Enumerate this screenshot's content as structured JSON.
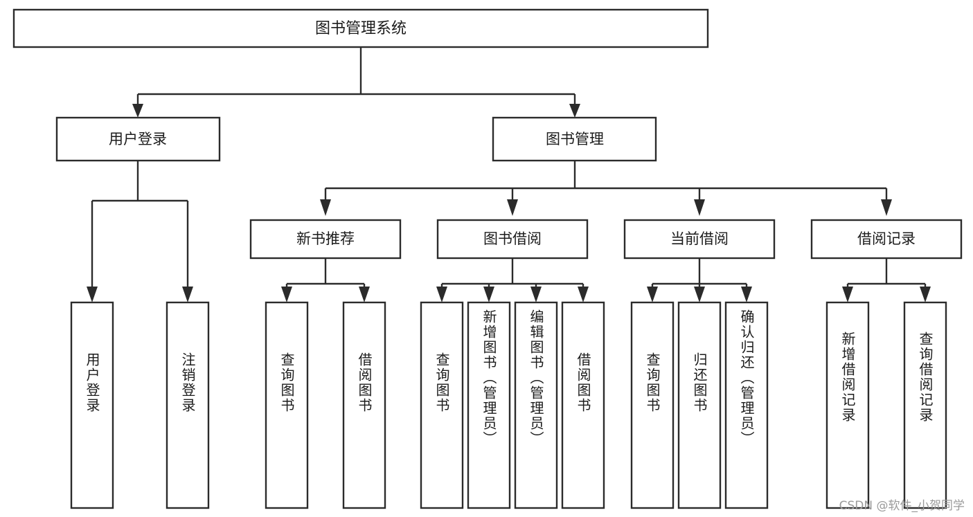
{
  "diagram": {
    "type": "tree-hierarchy-flowchart",
    "title": "图书管理系统",
    "watermark": "CSDN @软件_小贺同学",
    "colors": {
      "box_fill": "#ffffff",
      "box_stroke": "#2b2b2b",
      "text": "#1b1b1b",
      "background": "#ffffff",
      "watermark": "#9a9a9a"
    },
    "root": {
      "label": "图书管理系统"
    },
    "level1": [
      {
        "label": "用户登录"
      },
      {
        "label": "图书管理"
      }
    ],
    "level2": [
      {
        "label": "新书推荐"
      },
      {
        "label": "图书借阅"
      },
      {
        "label": "当前借阅"
      },
      {
        "label": "借阅记录"
      }
    ],
    "leaves": {
      "user_login": [
        {
          "label": "用户登录"
        },
        {
          "label": "注销登录"
        }
      ],
      "new_book_recommend": [
        {
          "label": "查询图书"
        },
        {
          "label": "借阅图书"
        }
      ],
      "book_borrow": [
        {
          "label": "查询图书"
        },
        {
          "label": "新增图书（管理员）"
        },
        {
          "label": "编辑图书（管理员）"
        },
        {
          "label": "借阅图书"
        }
      ],
      "current_borrow": [
        {
          "label": "查询图书"
        },
        {
          "label": "归还图书"
        },
        {
          "label": "确认归还（管理员）"
        }
      ],
      "borrow_record": [
        {
          "label": "新增借阅记录"
        },
        {
          "label": "查询借阅记录"
        }
      ]
    }
  }
}
